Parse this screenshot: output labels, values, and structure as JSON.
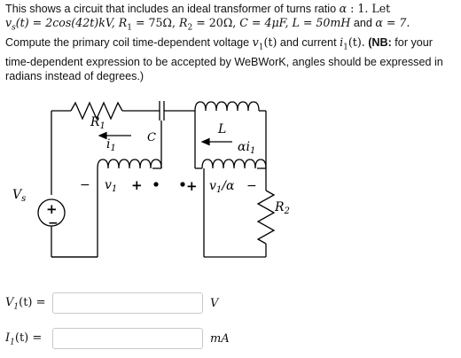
{
  "problem": {
    "s1": "This shows a circuit that includes an ideal transformer of turns ratio ",
    "alpha_sym": "α",
    "ratio_tail": " : 1. Let",
    "vs": "v",
    "vs_sub": "s",
    "vs_expr": "(t) = 2cos(42t)kV, ",
    "r1": "R",
    "r1_sub": "1",
    "r1_val": " = 75Ω, ",
    "r2": "R",
    "r2_sub": "2",
    "r2_val": " = 20Ω, ",
    "c_val": "C = 4μF, ",
    "l_val": "L = 50mH",
    "and_txt": " and ",
    "alpha_val": "α = 7.",
    "s2a": "Compute the primary coil time-dependent voltage ",
    "v1": "v",
    "v1_sub": "1",
    "v1_t": "(t)",
    "s2b": " and current ",
    "i1": "i",
    "i1_sub": "1",
    "i1_t": "(t).",
    "nb": " (NB:",
    "s3": " for your time-dependent expression to be accepted by WeBWorK, angles should be expressed in radians instead of degrees.)"
  },
  "circuit": {
    "r1_label": "R",
    "r1_label_sub": "1",
    "l_label": "L",
    "c_label": "C",
    "i1_label": "i",
    "i1_label_sub": "1",
    "ai1_label": "αi",
    "ai1_label_sub": "1",
    "vs_label": "V",
    "vs_label_sub": "s",
    "src_plus": "+",
    "src_minus": "−",
    "prim_minus": "−",
    "prim_v": "v",
    "prim_v_sub": "1",
    "prim_plus": "+",
    "sec_plus": "+",
    "sec_v": "v",
    "sec_v_sub": "1",
    "sec_v_tail": "/α",
    "sec_minus": "−",
    "r2_label": "R",
    "r2_label_sub": "2"
  },
  "answers": [
    {
      "label": "V",
      "sub": "1",
      "tail": "(t) =",
      "value": "",
      "unit": "V"
    },
    {
      "label": "I",
      "sub": "1",
      "tail": "(t) =",
      "value": "",
      "unit": "mA"
    }
  ]
}
